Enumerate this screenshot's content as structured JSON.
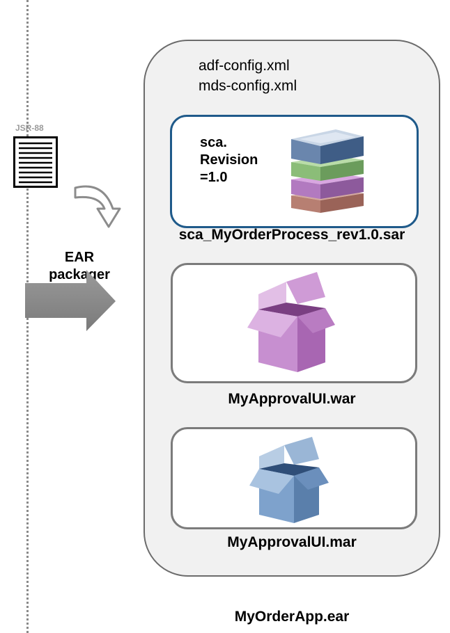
{
  "deployment": {
    "descriptor_label": "JSR-88",
    "packager_label_line1": "EAR",
    "packager_label_line2": "packager"
  },
  "ear": {
    "name": "MyOrderApp.ear",
    "config_files": [
      "adf-config.xml",
      "mds-config.xml"
    ],
    "modules": [
      {
        "name": "sca_MyOrderProcess_rev1.0.sar",
        "text_line1": "sca.",
        "text_line2": "Revision",
        "text_line3": "=1.0",
        "icon": "layered-stack-icon"
      },
      {
        "name": "MyApprovalUI.war",
        "icon": "open-box-purple-icon"
      },
      {
        "name": "MyApprovalUI.mar",
        "icon": "open-box-blue-icon"
      }
    ]
  },
  "colors": {
    "sar_border": "#1f5a8a",
    "war_box": "#b86fb8",
    "mar_box": "#6f97c4",
    "arrow": "#8c8c8c"
  }
}
